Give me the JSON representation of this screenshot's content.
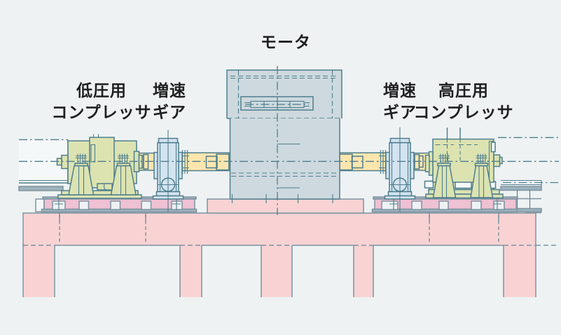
{
  "diagram": {
    "type": "equipment-layout-side-view",
    "labels": {
      "motor": "モータ",
      "lp_compressor_line1": "低圧用",
      "lp_compressor_line2": "コンプレッサ",
      "gear_left_line1": "増速",
      "gear_left_line2": "ギア",
      "gear_right_line1": "増速",
      "gear_right_line2": "ギア",
      "hp_compressor_line1": "高圧用",
      "hp_compressor_line2": "コンプレッサ"
    },
    "colors": {
      "background": "#eef2f3",
      "outline": "#4f7e8e",
      "motor_fill": "#cdd9de",
      "gear_fill": "#d3e4f0",
      "compressor_fill": "#dce3b1",
      "shaft_fill": "#fce6ae",
      "baseplate_fill": "#eec1d3",
      "foundation_fill": "#f9d3d3",
      "steel_fill": "#9fb3bd",
      "structure_outline": "#7e93a2",
      "label_color": "#1f1f1f"
    }
  }
}
